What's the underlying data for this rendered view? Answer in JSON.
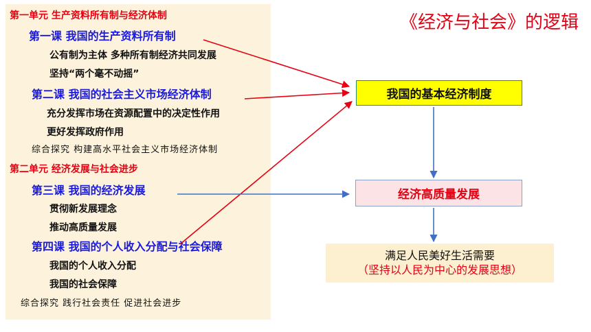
{
  "title": "《经济与社会》的逻辑",
  "outline": {
    "unit1": "第一单元 生产资料所有制与经济体制",
    "lesson1": "第一课 我国的生产资料所有制",
    "lesson1_topic1": "公有制为主体 多种所有制经济共同发展",
    "lesson1_topic2": "坚持“两个毫不动摇”",
    "lesson2": "第二课 我国的社会主义市场经济体制",
    "lesson2_topic1": "充分发挥市场在资源配置中的决定性作用",
    "lesson2_topic2": "更好发挥政府作用",
    "explore1": "综合探究 构建高水平社会主义市场经济体制",
    "unit2": "第二单元 经济发展与社会进步",
    "lesson3": "第三课 我国的经济发展",
    "lesson3_topic1": "贯彻新发展理念",
    "lesson3_topic2": "推动高质量发展",
    "lesson4": "第四课 我国的个人收入分配与社会保障",
    "lesson4_topic1": "我国的个人收入分配",
    "lesson4_topic2": "我国的社会保障",
    "explore2": "综合探究 践行社会责任 促进社会进步"
  },
  "boxes": {
    "basic_system": "我国的基本经济制度",
    "high_quality": "经济高质量发展",
    "needs_main": "满足人民美好生活需要",
    "needs_sub": "（坚持以人民为中心的发展思想）"
  },
  "colors": {
    "red": "#e60012",
    "blue": "#1a1adf",
    "arrow_blue": "#3f6fc6",
    "outline_bg": "#fdf3dc",
    "yellow": "#ffff00"
  }
}
